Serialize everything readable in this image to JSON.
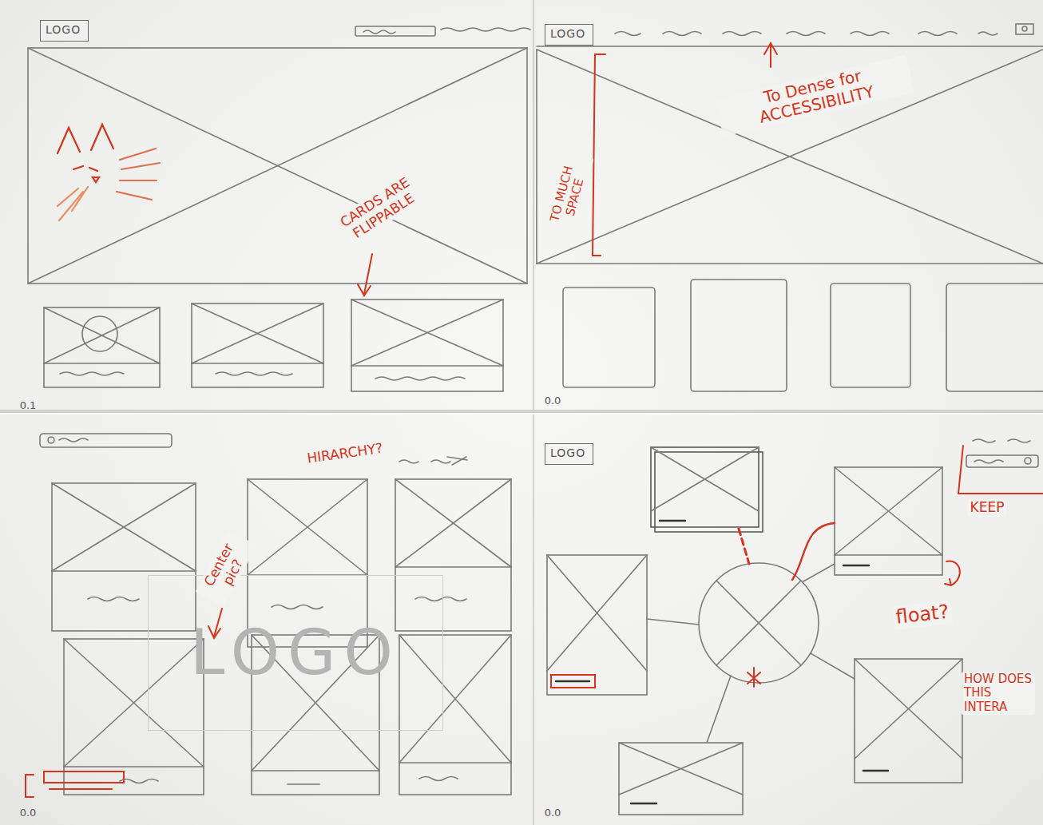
{
  "diagram": {
    "nodes": [
      {
        "text": [
          "LOGO"
        ]
      },
      {
        "text": [
          "LOGO"
        ]
      },
      {
        "text": [
          "LOGO"
        ]
      },
      {
        "text": [
          "LOGO"
        ]
      }
    ],
    "labels": [
      "CARDS ARE FLIPPABLE",
      "To Dense for ACCESSIBILITY",
      "TO MUCH SPACE",
      "0.1",
      "0.0",
      "HIRARCHY?",
      "Center pic?",
      "0.0",
      "KEEP",
      "float?",
      "HOW DOES THIS INTERA",
      "0.0"
    ]
  }
}
